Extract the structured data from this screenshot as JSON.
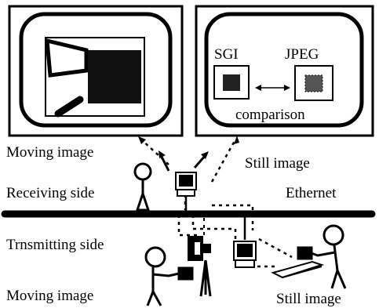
{
  "left_monitor": {},
  "right_monitor": {
    "sgi_label": "SGI",
    "jpeg_label": "JPEG",
    "comparison_label": "comparison"
  },
  "labels": {
    "moving_image_top": "Moving image",
    "still_image_top": "Still image",
    "receiving_side": "Receiving side",
    "ethernet": "Ethernet",
    "transmitting_side": "Trnsmitting side",
    "moving_image_bottom": "Moving image",
    "still_image_bottom": "Still image"
  }
}
